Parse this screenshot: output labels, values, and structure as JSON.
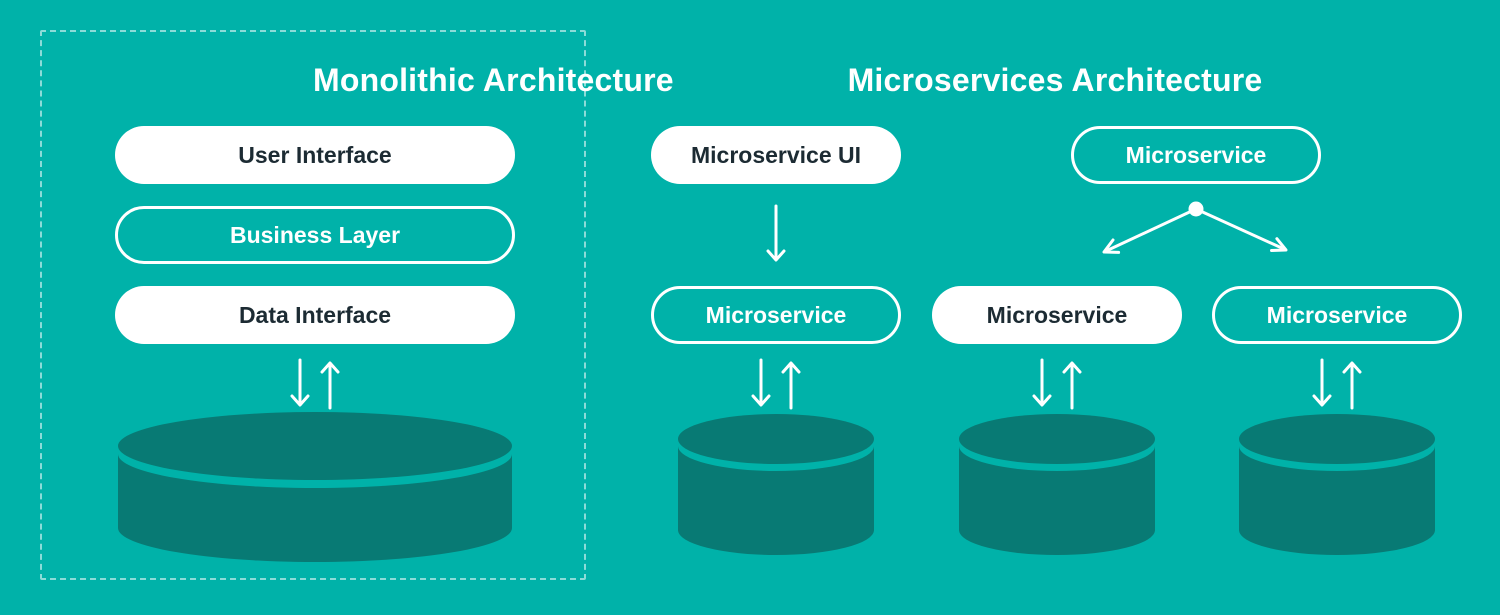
{
  "colors": {
    "background": "#00b2a9",
    "shape_dark": "#087a74",
    "pill_fill": "#ffffff",
    "pill_text_dark": "#1c2b33",
    "title_text": "#ffffff"
  },
  "monolithic": {
    "title": "Monolithic Architecture",
    "layers": [
      {
        "label": "User Interface",
        "style": "filled"
      },
      {
        "label": "Business Layer",
        "style": "outlined"
      },
      {
        "label": "Data Interface",
        "style": "filled"
      }
    ],
    "database": "database-cylinder"
  },
  "microservices": {
    "title": "Microservices Architecture",
    "top_row": [
      {
        "label": "Microservice UI",
        "style": "filled"
      },
      {
        "label": "Microservice",
        "style": "outlined"
      }
    ],
    "bottom_row": [
      {
        "label": "Microservice",
        "style": "outlined"
      },
      {
        "label": "Microservice",
        "style": "filled"
      },
      {
        "label": "Microservice",
        "style": "outlined"
      }
    ],
    "databases": [
      "database-cylinder",
      "database-cylinder",
      "database-cylinder"
    ]
  }
}
